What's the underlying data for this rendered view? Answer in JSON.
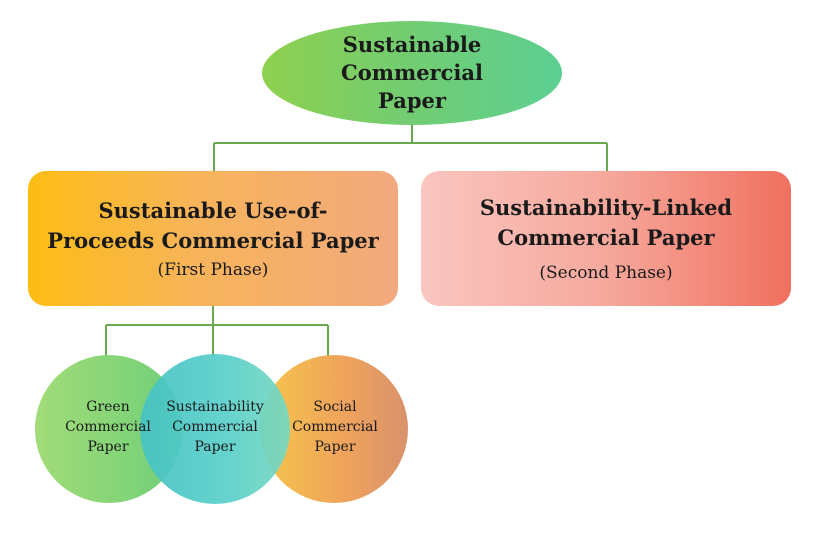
{
  "diagram": {
    "root": {
      "lines": [
        "Sustainable",
        "Commercial",
        "Paper"
      ]
    },
    "branches": [
      {
        "title_lines": [
          "Sustainable Use-of-",
          "Proceeds Commercial Paper"
        ],
        "subtitle": "(First Phase)"
      },
      {
        "title_lines": [
          "Sustainability-Linked",
          "Commercial Paper"
        ],
        "subtitle": "(Second Phase)"
      }
    ],
    "categories": [
      {
        "lines": [
          "Green",
          "Commercial",
          "Paper"
        ]
      },
      {
        "lines": [
          "Sustainability",
          "Commercial",
          "Paper"
        ]
      },
      {
        "lines": [
          "Social",
          "Commercial",
          "Paper"
        ]
      }
    ],
    "colors": {
      "connector": "#6aa84f",
      "root_start": "#8fd14f",
      "root_end": "#5ccf93",
      "first_phase_start": "#fdbd14",
      "first_phase_end": "#f2a97e",
      "second_phase_start": "#f9c6c0",
      "second_phase_end": "#f0705f",
      "green_circle": "#8fd678",
      "sustainability_circle": "#4fc8c7",
      "social_circle": "#eeaa5a"
    }
  }
}
